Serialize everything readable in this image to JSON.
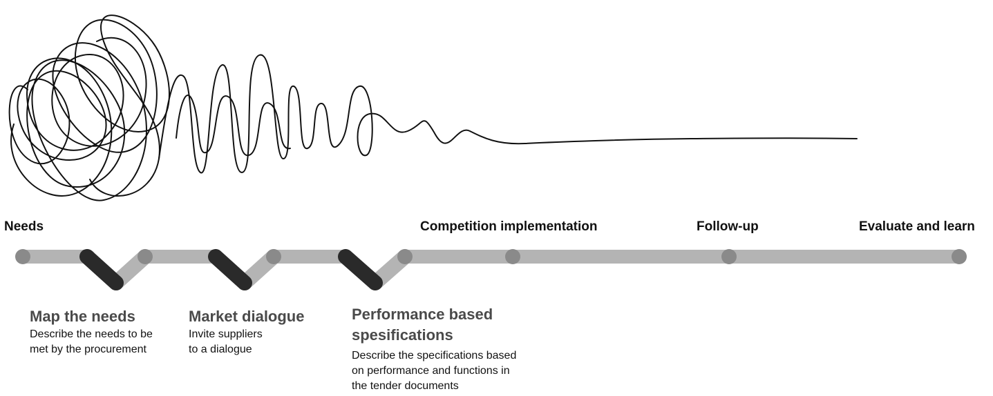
{
  "stages": {
    "needs": "Needs",
    "competition": "Competition implementation",
    "follow_up": "Follow-up",
    "evaluate": "Evaluate and learn"
  },
  "steps": [
    {
      "title": "Map the needs",
      "description": "Describe the needs to be\nmet by the procurement"
    },
    {
      "title": "Market dialogue",
      "description": "Invite suppliers\n to a dialogue"
    },
    {
      "title": "Performance based\nspesifications",
      "description": "Describe the specifications based\non performance and functions in\nthe tender documents"
    }
  ],
  "colors": {
    "track": "#b4b4b4",
    "node": "#8a8a8a",
    "dip_down": "#2a2a2a",
    "dip_up": "#b4b4b4",
    "scribble": "#111111"
  }
}
